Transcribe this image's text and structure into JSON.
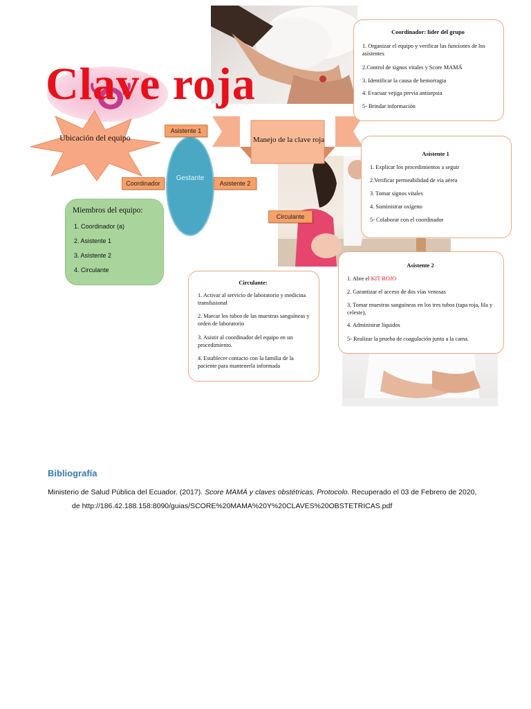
{
  "title": "Clave roja",
  "star_label": "Ubicación del equipo",
  "ribbon_label": "Manejo de la clave roja",
  "oval_label": "Gestante",
  "tags": {
    "asistente1": "Asistente 1",
    "coordinador": "Coordinador",
    "asistente2": "Asistente 2",
    "circulante": "Circulante"
  },
  "members": {
    "title": "Miembros del equipo:",
    "items": [
      "1. Coordinador (a)",
      "2. Asistente  1",
      "3. Asistente 2",
      "4. Circulante"
    ]
  },
  "coordinador_card": {
    "title": "Coordinador: líder del grupo",
    "items": [
      "1.  Organizar el equipo y verificar las funciones de los asistentes",
      "2.Control de signos vitales y Score MAMÁ",
      "3. Identificar la causa de hemorragia",
      "4. Evacuar vejiga previa antisepsia",
      "5- Brindar información"
    ]
  },
  "asistente1_card": {
    "title": "Asistente 1",
    "items": [
      "1.  Explicar los procedimientos a seguir",
      "2.Verificar permeabilidad de vía aérea",
      "3. Tomar signos vitales",
      "4. Suministrar oxígeno",
      "5- Colaborar con el coordinador"
    ]
  },
  "asistente2_card": {
    "title": "Asistente 2",
    "item1_prefix": "1.  Abre el ",
    "item1_highlight": "KIT ROJO",
    "items": [
      "2. Garantizar el acceso de dos vías venosas",
      "3. Tomar muestras sanguíneas en los tres tubos (tapa roja, lila y celeste),",
      "4. Administrar líquidos",
      "5- Realizar la prueba de coagulación junto a la cama."
    ]
  },
  "circulante_card": {
    "title": "Circulante:",
    "items": [
      "1.  Activar al servicio de laboratorio y medicina transfusional",
      "2. Marcar los tubos de las muestras sanguíneas y orden de laboratorio",
      "3. Asistir al coordinador del equipo en un procedimiento.",
      "4. Establecer contacto con la familia de la paciente para mantenerla informada"
    ]
  },
  "bibliography": {
    "heading": "Bibliografía",
    "line1_a": "Ministerio de Salud Pública del Ecuador. (2017). ",
    "line1_b": "Score MAMÁ y claves obstétricas, Protocolo.",
    "line1_c": " Recuperado el 03 de Febrero de 2020,",
    "line2": "de http://186.42.188.158:8090/guias/SCORE%20MAMA%20Y%20CLAVES%20OBSTETRICAS.pdf"
  },
  "colors": {
    "title_red": "#e8101b",
    "card_border": "#f1a47a",
    "tag_orange": "#f6a06a",
    "oval_blue": "#4aa8c4",
    "members_green": "#a9d59c",
    "heading_blue": "#3a78b5"
  }
}
